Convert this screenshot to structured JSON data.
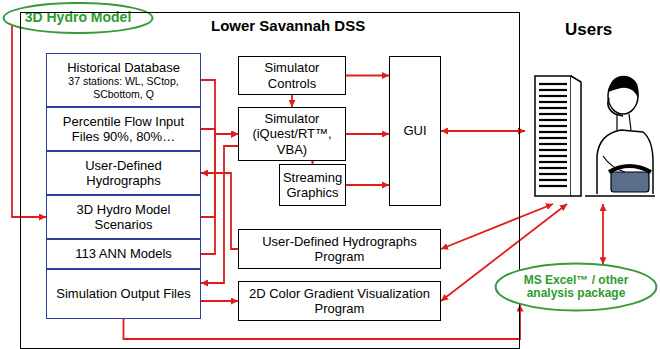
{
  "diagram": {
    "nodes": [
      {
        "text": [
          "3D Hydro Model"
        ]
      },
      {
        "text": [
          "Lower Savannah DSS"
        ]
      },
      {
        "text": [
          "Historical Database",
          "37 stations: WL, SCtop, SCbottom, Q"
        ],
        "in": 1
      },
      {
        "text": [
          "Percentile Flow Input Files 90%, 80%…"
        ],
        "in": 1
      },
      {
        "text": [
          "User-Defined Hydrographs"
        ],
        "in": 1
      },
      {
        "text": [
          "3D Hydro Model Scenarios"
        ],
        "in": 1
      },
      {
        "text": [
          "113 ANN Models"
        ],
        "in": 1
      },
      {
        "text": [
          "Simulation Output Files"
        ],
        "in": 1
      },
      {
        "text": [
          "Simulator Controls"
        ],
        "in": 1
      },
      {
        "text": [
          "Simulator (iQuest/RT™, VBA)"
        ],
        "in": 1
      },
      {
        "text": [
          "Streaming Graphics"
        ],
        "in": 1
      },
      {
        "text": [
          "GUI"
        ],
        "in": 1
      },
      {
        "text": [
          "User-Defined Hydrographs Program"
        ],
        "in": 1
      },
      {
        "text": [
          "2D Color Gradient Visualization Program"
        ],
        "in": 1
      },
      {
        "text": [
          "Users"
        ]
      },
      {
        "text": [
          "MS Excel™ / other analysis package"
        ]
      }
    ],
    "edges": [
      {
        "from": 0,
        "to": 5,
        "arrow": "to"
      },
      {
        "from": 2,
        "to": 9,
        "arrow": "to"
      },
      {
        "from": 3,
        "to": 9,
        "arrow": "to"
      },
      {
        "from": 5,
        "to": 9,
        "arrow": "to"
      },
      {
        "from": 6,
        "to": 9,
        "arrow": "to"
      },
      {
        "from": 8,
        "to": 11,
        "arrow": "to"
      },
      {
        "from": 8,
        "to": 9,
        "arrow": "to"
      },
      {
        "from": 9,
        "to": 11,
        "arrow": "to"
      },
      {
        "from": 9,
        "to": 10,
        "arrow": "to"
      },
      {
        "from": 10,
        "to": 11,
        "arrow": "to"
      },
      {
        "from": 9,
        "to": 7,
        "arrow": "to"
      },
      {
        "from": 12,
        "to": 4,
        "arrow": "to"
      },
      {
        "from": 7,
        "to": 13,
        "arrow": "to"
      },
      {
        "from": 7,
        "to": 15,
        "arrow": "to"
      },
      {
        "from": 11,
        "to": 14,
        "arrow": "both"
      },
      {
        "from": 12,
        "to": 14,
        "arrow": "both"
      },
      {
        "from": 13,
        "to": 14,
        "arrow": "both"
      },
      {
        "from": 14,
        "to": 15,
        "arrow": "both"
      }
    ]
  }
}
